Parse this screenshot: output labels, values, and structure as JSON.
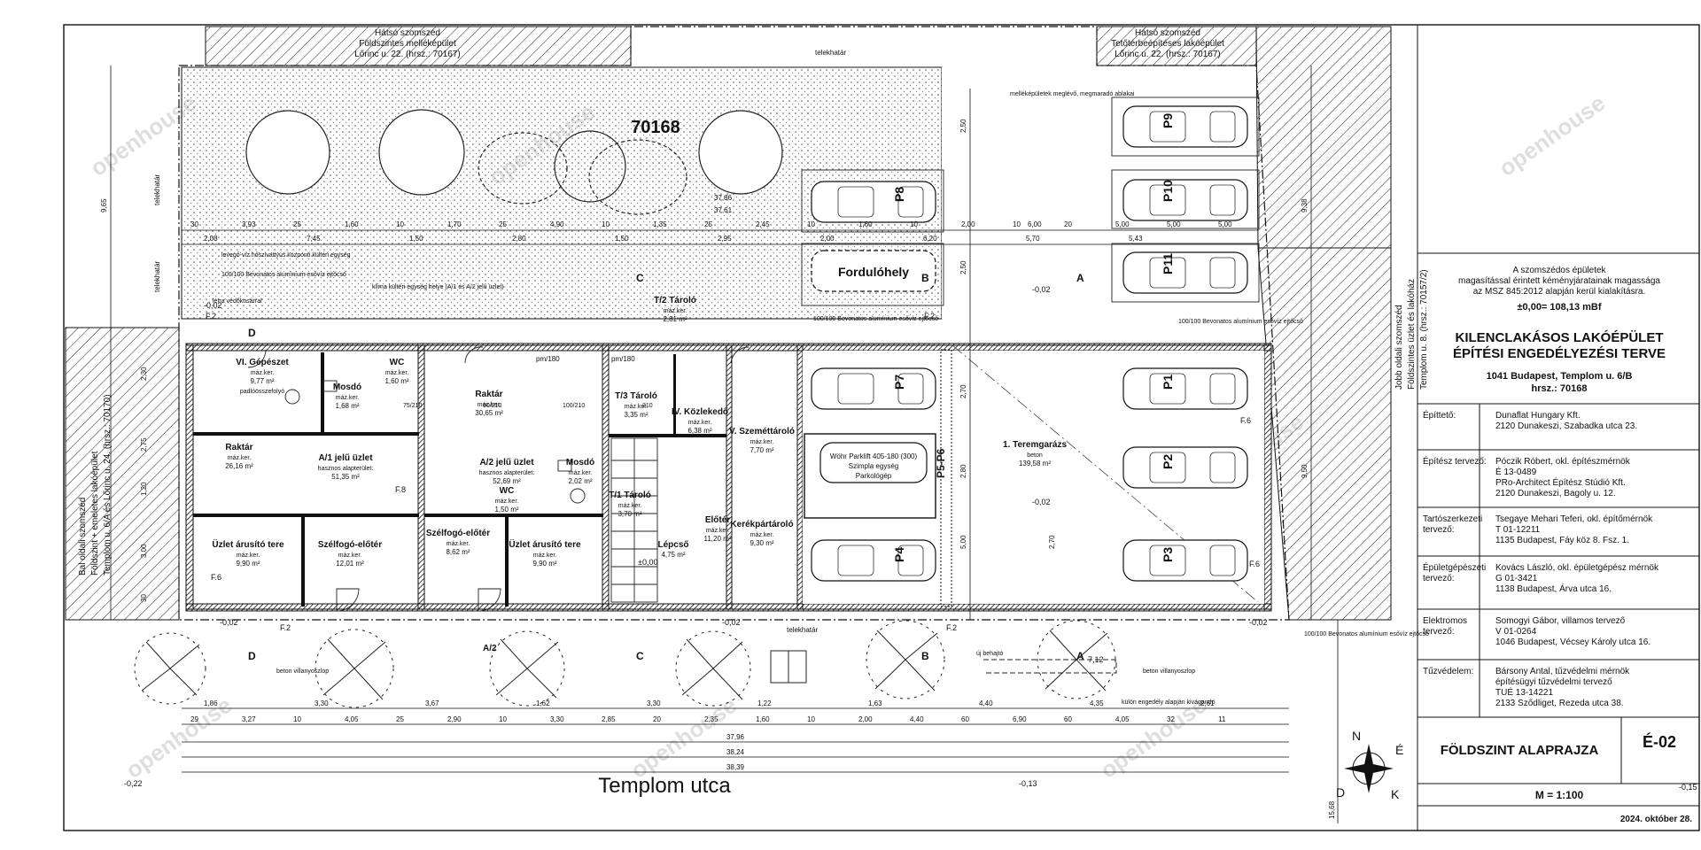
{
  "site": {
    "plot_number": "70168",
    "street_name": "Templom utca",
    "neighbor_rear_left": [
      "Hátsó szomszéd",
      "Földszintes melléképület",
      "Lőrinc u. 22. (hrsz.: 70167)"
    ],
    "neighbor_rear_right": [
      "Hátsó szomszéd",
      "Tetőtérbeépítéses lakóépület",
      "Lőrinc u. 22. (hrsz.: 70167)"
    ],
    "neighbor_left": [
      "Bal oldali szomszéd",
      "Földszint + emeletes lakóépület",
      "Templom u. 6/A és Lőrinc u. 24. (hrsz.: 70170)"
    ],
    "neighbor_right": [
      "Jobb oldali szomszéd",
      "Földszintes üzlet és lakóház",
      "Templom u. 8. (hrsz.: 70157/2)"
    ],
    "telekhatar": "telekhatár",
    "elevations": [
      "-0,02",
      "-0,22",
      "-0,13",
      "-0,15",
      "±0,00",
      "-0,02",
      "-0,02"
    ],
    "street_notes": [
      "beton villanyoszlop",
      "új behajtó",
      "beton villanyoszlop",
      "külön engedély alapján kivágandó",
      "100/100 Bevonatos alumínium esővíz ejtőcső"
    ],
    "yard_notes": [
      "levegő-víz hőszivattyús központi kültéri egység",
      "100/100 Bevonatos alumínium esővíz ejtőcső",
      "klíma kültéri egység helye (A/1 és A/2 jelű üzlet)",
      "létra védőkosárral",
      "100/100 Bevonatos alumínium esővíz ejtőcső",
      "100/100 Bevonatos alumínium esővíz ejtőcső",
      "melléképületek meglévő, megmaradó ablakai"
    ]
  },
  "dimensions": {
    "top_row1": [
      "30",
      "3,93",
      "25",
      "1,60",
      "10",
      "1,70",
      "25",
      "4,90",
      "10",
      "1,35",
      "25",
      "2,45",
      "10",
      "1,60",
      "10",
      "2,00",
      "10",
      "20",
      "5,00",
      "5,00",
      "5,00"
    ],
    "top_row2": [
      "2,08",
      "7,45",
      "1,50",
      "2,80",
      "1,50",
      "2,95",
      "2,00",
      "6,20",
      "5,70",
      "5,43"
    ],
    "top_parking": [
      "6,00",
      "37,86",
      "37,61"
    ],
    "bottom_row1": [
      "1,86",
      "3,30",
      "3,67",
      "1,62",
      "3,30",
      "1,22",
      "1,63",
      "4,40",
      "4,35",
      "2,61"
    ],
    "bottom_row2": [
      "29",
      "3,27",
      "10",
      "4,05",
      "25",
      "2,90",
      "10",
      "3,30",
      "2,85",
      "20",
      "2,35",
      "1,60",
      "10",
      "2,00",
      "4,40",
      "60",
      "6,90",
      "60",
      "4,05",
      "32",
      "11"
    ],
    "total_inner": "37,96",
    "total_mid": "38,24",
    "total_outer": "38,39",
    "right_vertical": [
      "9,38",
      "9,50",
      "2,50",
      "2,80",
      "2,70",
      "5,00",
      "2,70",
      "2,50"
    ],
    "left_vertical": [
      "9,65",
      "2,30",
      "2,75",
      "1,20",
      "3,00",
      "30"
    ],
    "street_width": "7,12",
    "side_depth": "15,68"
  },
  "rooms": [
    {
      "name": "VI. Gépészet",
      "note": "máz.ker.",
      "area": "9,77 m²",
      "extra": "padlóösszefolyó"
    },
    {
      "name": "WC",
      "note": "máz.ker.",
      "area": "1,60 m²"
    },
    {
      "name": "Mosdó",
      "note": "máz.ker.",
      "area": "1,68 m²"
    },
    {
      "name": "Raktár",
      "note": "máz.ker.",
      "area": "26,16 m²"
    },
    {
      "name": "A/1 jelű üzlet",
      "note": "hasznos alapterület:",
      "area": "51,35 m²"
    },
    {
      "name": "Üzlet árusító tere",
      "note": "máz.ker.",
      "area": "9,90 m²"
    },
    {
      "name": "Szélfogó-előtér",
      "note": "máz.ker.",
      "area": "12,01 m²"
    },
    {
      "name": "Raktár",
      "note": "máz.ker.",
      "area": "30,65 m²"
    },
    {
      "name": "A/2 jelű üzlet",
      "note": "hasznos alapterület:",
      "area": "52,69 m²"
    },
    {
      "name": "Mosdó",
      "note": "máz.ker.",
      "area": "2,02 m²"
    },
    {
      "name": "WC",
      "note": "máz.ker.",
      "area": "1,50 m²"
    },
    {
      "name": "Szélfogó-előtér",
      "note": "máz.ker.",
      "area": "8,62 m²"
    },
    {
      "name": "Üzlet árusító tere",
      "note": "máz.ker.",
      "area": "9,90 m²"
    },
    {
      "name": "T/2 Tároló",
      "note": "máz.ker.",
      "area": "2,81 m²"
    },
    {
      "name": "T/3 Tároló",
      "note": "máz.ker.",
      "area": "3,35 m²"
    },
    {
      "name": "T/1 Tároló",
      "note": "máz.ker.",
      "area": "3,70 m²"
    },
    {
      "name": "Lépcső",
      "note": "",
      "area": "4,75 m²"
    },
    {
      "name": "IV. Közlekedő",
      "note": "máz.ker.",
      "area": "6,38 m²"
    },
    {
      "name": "V. Szeméttároló",
      "note": "máz.ker.",
      "area": "7,70 m²"
    },
    {
      "name": "Előtér",
      "note": "máz.ker.",
      "area": "11,20 m²"
    },
    {
      "name": "Kerékpártároló",
      "note": "máz.ker.",
      "area": "9,30 m²"
    },
    {
      "name": "1. Teremgarázs",
      "note": "beton",
      "area": "139,58 m²"
    }
  ],
  "parking": {
    "spots": [
      "P1",
      "P2",
      "P3",
      "P4",
      "P7",
      "P8",
      "P9",
      "P10",
      "P11"
    ],
    "turning": "Fordulóhely",
    "p5p6": "P5-P6",
    "lift": [
      "Wöhr Parklift 405-180 (300)",
      "Szimpla egység",
      "Parkológép"
    ]
  },
  "labels": {
    "section_marks": [
      "A",
      "A",
      "B",
      "B",
      "C",
      "C",
      "D",
      "D",
      "A/2"
    ],
    "fire_marks": [
      "F.2",
      "F.2",
      "F.2",
      "F.2",
      "F.6",
      "F.6",
      "F.6",
      "F.8"
    ],
    "pm": [
      "pm/180",
      "pm/180"
    ],
    "door_codes": [
      "75/210",
      "90/210",
      "100/210",
      "210"
    ]
  },
  "title_block": {
    "note_lines": [
      "A szomszédos épületek",
      "magasítással érintett kéményjáratainak magassága",
      "az MSZ 845:2012 alapján kerül kialakításra."
    ],
    "level": "±0,00= 108,13 mBf",
    "project_title_1": "KILENCLAKÁSOS LAKÓÉPÜLET",
    "project_title_2": "ÉPÍTÉSI ENGEDÉLYEZÉSI TERVE",
    "address_1": "1041 Budapest, Templom u. 6/B",
    "address_2": "hrsz.: 70168",
    "rows": [
      {
        "label": [
          "Építtető:"
        ],
        "values": [
          "Dunaflat Hungary Kft.",
          "2120 Dunakeszi, Szabadka utca 23."
        ]
      },
      {
        "label": [
          "Építész tervező:"
        ],
        "values": [
          "Póczik Róbert, okl. építészmérnök",
          "É 13-0489",
          "PRo-Architect Építész Stúdió Kft.",
          "2120 Dunakeszi, Bagoly u. 12."
        ]
      },
      {
        "label": [
          "Tartószerkezeti",
          "tervező:"
        ],
        "values": [
          "Tsegaye Mehari Teferi, okl. építőmérnök",
          "T 01-12211",
          "1135 Budapest, Fáy köz 8. Fsz. 1."
        ]
      },
      {
        "label": [
          "Épületgépészeti",
          "tervező:"
        ],
        "values": [
          "Kovács László, okl. épületgépész mérnök",
          "G 01-3421",
          "1138 Budapest, Árva utca 16."
        ]
      },
      {
        "label": [
          "Elektromos",
          "tervező:"
        ],
        "values": [
          "Somogyi Gábor, villamos tervező",
          "V 01-0264",
          "1046 Budapest, Vécsey Károly utca 16."
        ]
      },
      {
        "label": [
          "Tűzvédelem:"
        ],
        "values": [
          "Bársony Antal, tűzvédelmi mérnök",
          "építésügyi tűzvédelmi tervező",
          "TUÉ 13-14221",
          "2133 Sződliget, Rezeda utca 38."
        ]
      }
    ],
    "drawing_title": "FÖLDSZINT ALAPRAJZA",
    "drawing_number": "É-02",
    "scale": "M = 1:100",
    "date": "2024. október 28.",
    "compass": [
      "N",
      "É",
      "D",
      "K"
    ]
  },
  "watermark": "openhouse"
}
